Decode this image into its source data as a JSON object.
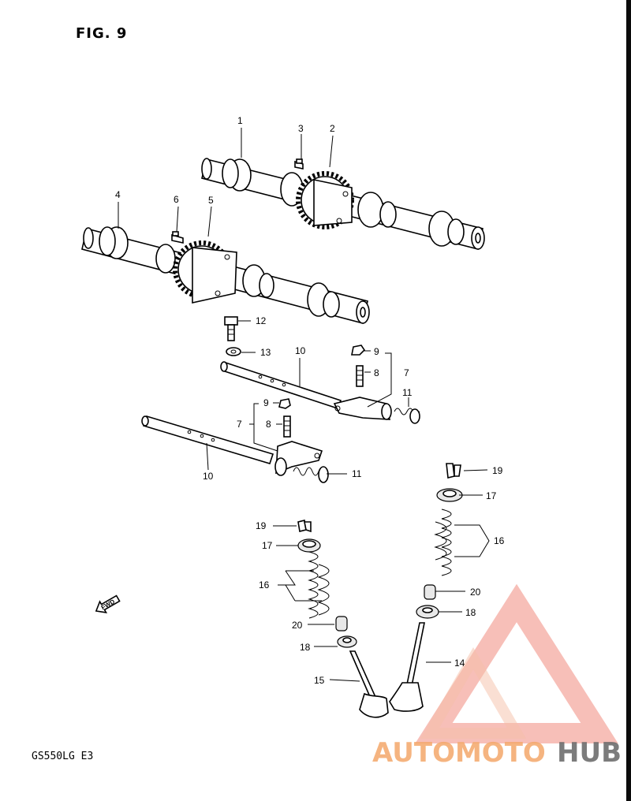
{
  "figure": {
    "title": "FIG. 9",
    "model_code": "GS550LG  E3",
    "front_arrow": "FWD"
  },
  "watermark": {
    "brand_part1": "AUTOMOTO",
    "brand_part2": "HUB",
    "colors": {
      "accent": "#f08a7e",
      "dark": "#555555",
      "light": "#f6c0a8"
    }
  },
  "callouts": [
    {
      "id": "c1",
      "number": "1"
    },
    {
      "id": "c2",
      "number": "2"
    },
    {
      "id": "c3",
      "number": "3"
    },
    {
      "id": "c4",
      "number": "4"
    },
    {
      "id": "c5",
      "number": "5"
    },
    {
      "id": "c6",
      "number": "6"
    },
    {
      "id": "c12",
      "number": "12"
    },
    {
      "id": "c13",
      "number": "13"
    },
    {
      "id": "c10a",
      "number": "10"
    },
    {
      "id": "c9a",
      "number": "9"
    },
    {
      "id": "c8a",
      "number": "8"
    },
    {
      "id": "c7a",
      "number": "7"
    },
    {
      "id": "c11a",
      "number": "11"
    },
    {
      "id": "c9b",
      "number": "9"
    },
    {
      "id": "c7b",
      "number": "7"
    },
    {
      "id": "c8b",
      "number": "8"
    },
    {
      "id": "c10b",
      "number": "10"
    },
    {
      "id": "c11b",
      "number": "11"
    },
    {
      "id": "c19a",
      "number": "19"
    },
    {
      "id": "c17a",
      "number": "17"
    },
    {
      "id": "c16a",
      "number": "16"
    },
    {
      "id": "c20a",
      "number": "20"
    },
    {
      "id": "c18a",
      "number": "18"
    },
    {
      "id": "c14",
      "number": "14"
    },
    {
      "id": "c19b",
      "number": "19"
    },
    {
      "id": "c17b",
      "number": "17"
    },
    {
      "id": "c16b",
      "number": "16"
    },
    {
      "id": "c20b",
      "number": "20"
    },
    {
      "id": "c18b",
      "number": "18"
    },
    {
      "id": "c15",
      "number": "15"
    }
  ]
}
